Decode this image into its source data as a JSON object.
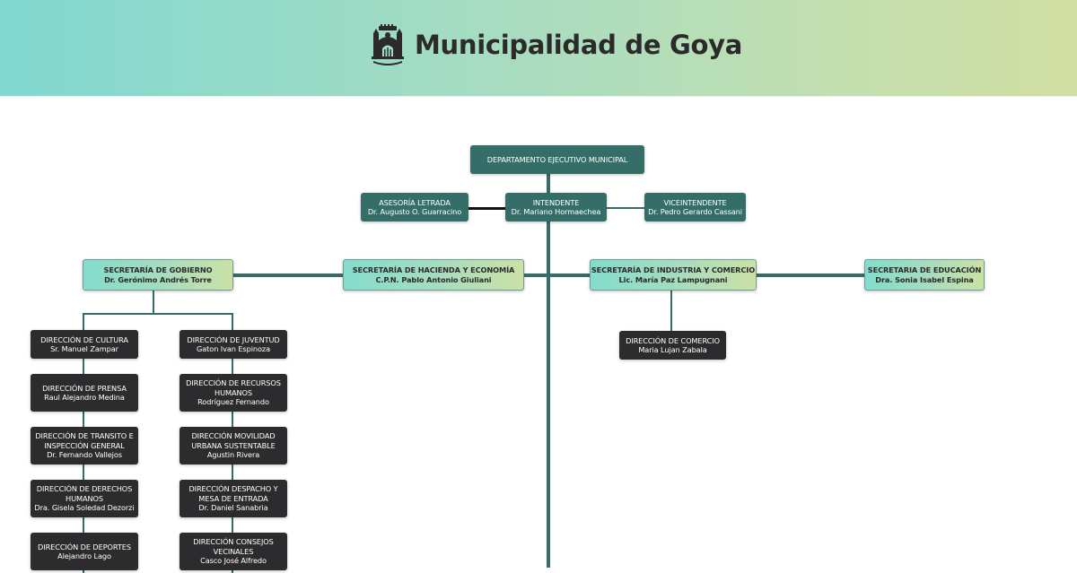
{
  "header": {
    "logo_icon": "municipal-building-crest-icon",
    "title": "Municipalidad de Goya"
  },
  "colors": {
    "header_gradient_start": "#80d8d0",
    "header_gradient_end": "#d2dfa2",
    "executive_box": "#356e68",
    "secretariat_gradient_start": "#84dccc",
    "secretariat_gradient_end": "#cbe1a6",
    "direction_box": "#2c2c2e",
    "connector": "#356e68"
  },
  "org": {
    "root": {
      "title": "DEPARTAMENTO EJECUTIVO MUNICIPAL"
    },
    "asesoria": {
      "title": "ASESORÍA LETRADA",
      "name": "Dr.  Augusto O. Guarracino"
    },
    "intendente": {
      "title": "INTENDENTE",
      "name": "Dr. Mariano Hormaechea"
    },
    "viceintendente": {
      "title": "VICEINTENDENTE",
      "name": "Dr. Pedro Gerardo Cassani"
    },
    "secretarias": [
      {
        "title": "SECRETARÍA DE GOBIERNO",
        "name": "Dr. Gerónimo Andrés Torre"
      },
      {
        "title": "SECRETARÍA DE HACIENDA Y ECONOMÍA",
        "name": "C.P.N. Pablo Antonio Giuliani"
      },
      {
        "title": "SECRETARÍA DE INDUSTRIA Y COMERCIO",
        "name": "Lic. María Paz Lampugnani"
      },
      {
        "title": "SECRETARIA DE EDUCACIÓN",
        "name": "Dra. Sonia Isabel Espina"
      }
    ],
    "gobierno_col1": [
      {
        "title": "DIRECCIÓN DE CULTURA",
        "name": "Sr. Manuel Zampar"
      },
      {
        "title": "DIRECCIÓN DE PRENSA",
        "name": "Raul Alejandro Medina"
      },
      {
        "title": "DIRECCIÓN DE TRANSITO E INSPECCIÓN GENERAL",
        "name": "Dr. Fernando Vallejos"
      },
      {
        "title": "DIRECCIÓN DE DERECHOS HUMANOS",
        "name": "Dra. Gisela Soledad Dezorzi"
      },
      {
        "title": "DIRECCIÓN DE DEPORTES",
        "name": "Alejandro Lago"
      }
    ],
    "gobierno_col2": [
      {
        "title": "DIRECCIÓN DE JUVENTUD",
        "name": "Gaton Ivan Espinoza"
      },
      {
        "title": "DIRECCIÓN DE RECURSOS HUMANOS",
        "name": "Rodríguez Fernando"
      },
      {
        "title": "DIRECCIÓN MOVILIDAD URBANA SUSTENTABLE",
        "name": "Agustin Rivera"
      },
      {
        "title": "DIRECCIÓN DESPACHO Y MESA DE ENTRADA",
        "name": "Dr. Daniel Sanabria"
      },
      {
        "title": "DIRECCIÓN CONSEJOS VECINALES",
        "name": "Casco José Alfredo"
      }
    ],
    "industria_children": [
      {
        "title": "DIRECCIÓN DE COMERCIO",
        "name": "Maria Lujan Zabala"
      }
    ]
  }
}
